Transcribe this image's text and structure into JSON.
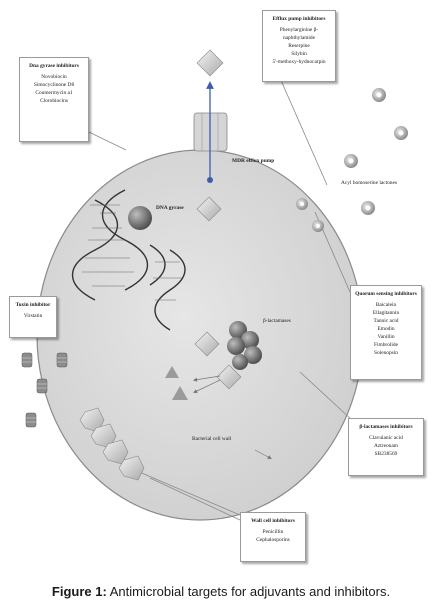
{
  "boxes": {
    "efflux": {
      "title": "Efflux pump inhibitors",
      "items": [
        "Phenylarginine β-naphthylamide",
        "Reserpine",
        "Silybin",
        "5'-methoxy-hydnocarpin"
      ]
    },
    "gyrase": {
      "title": "Dna gyrase inhibitors",
      "items": [
        "Novobiocin",
        "Simocyclinone D8",
        "Coumermycin a1",
        "Clorobiocins"
      ]
    },
    "toxin": {
      "title": "Toxin inhibitor",
      "items": [
        "Virstatin"
      ]
    },
    "quorum": {
      "title": "Quorum sensing inhibitors",
      "items": [
        "Baicalein",
        "Ellagitannin",
        "Tannic acid",
        "Emodin",
        "Vanillin",
        "Fimbrolide",
        "Solenopsin"
      ]
    },
    "lactamase": {
      "title": "β-lactamases inhibitors",
      "items": [
        "Clavulanic acid",
        "Aztreonam",
        "SB238569"
      ]
    },
    "wall": {
      "title": "Wall cell inhibitors",
      "items": [
        "Penicillin",
        "Cephalosporins"
      ]
    }
  },
  "labels": {
    "mdr": "MDR efflux pump",
    "dna_gyrase": "DNA gyrase",
    "acyl": "Acyl homoserine lactones",
    "beta_lactamases": "β-lactamases",
    "cell_wall": "Bacterial cell wall"
  },
  "caption": {
    "prefix": "Figure 1:",
    "text": " Antimicrobial targets for adjuvants and inhibitors."
  },
  "colors": {
    "cell_fill": "#dcdcdc",
    "cell_stroke": "#8a8a8a",
    "ring": "#8c8c8c",
    "arrow": "#3a5fa8"
  }
}
